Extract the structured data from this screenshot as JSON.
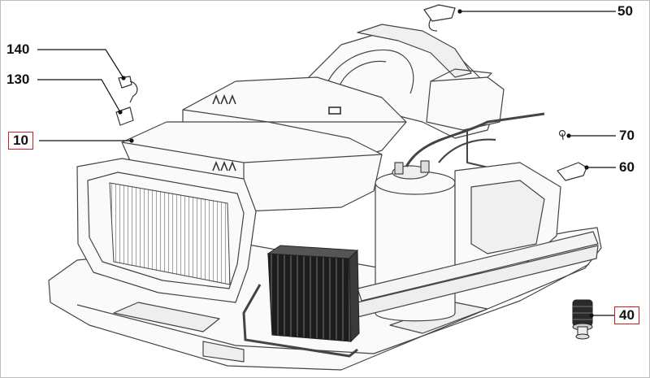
{
  "callouts": [
    {
      "id": "50",
      "text": "50",
      "highlighted": false
    },
    {
      "id": "140",
      "text": "140",
      "highlighted": false
    },
    {
      "id": "130",
      "text": "130",
      "highlighted": false
    },
    {
      "id": "10",
      "text": "10",
      "highlighted": true
    },
    {
      "id": "70",
      "text": "70",
      "highlighted": false
    },
    {
      "id": "60",
      "text": "60",
      "highlighted": false
    },
    {
      "id": "40",
      "text": "40",
      "highlighted": true
    }
  ],
  "highlight_color": "#cc1f1f",
  "line_color": "#111111",
  "drawing_color": "#444444"
}
